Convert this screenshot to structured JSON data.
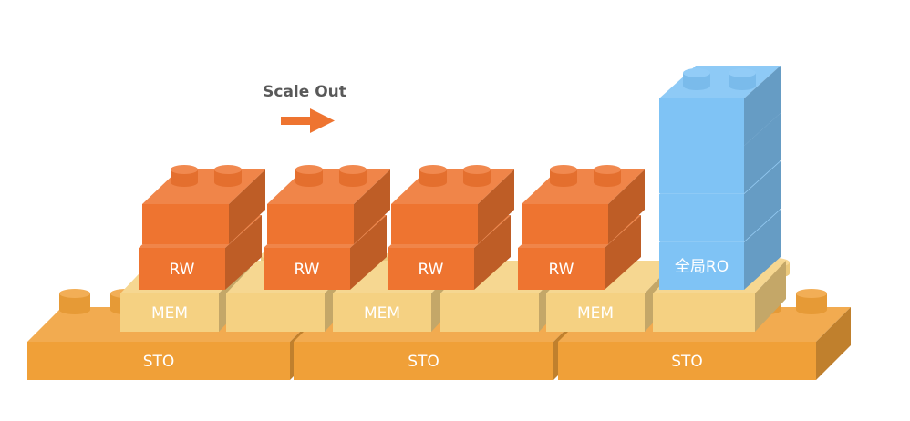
{
  "title": "Scale Out",
  "direction_arrow": "right-arrow",
  "labels": {
    "storage": "STO",
    "memory": "MEM",
    "read_write": "RW",
    "global_read_only": "全局RO"
  },
  "colors": {
    "sto": "#f0a038",
    "mem": "#f5d182",
    "rw": "#ee7430",
    "ro": "#7fc3f5",
    "arrow": "#ee7430",
    "title_text": "#595959"
  },
  "layers": {
    "sto_blocks": [
      {
        "label": "STO"
      },
      {
        "label": "STO"
      },
      {
        "label": "STO"
      }
    ],
    "mem_blocks": [
      {
        "label": "MEM"
      },
      {
        "label": ""
      },
      {
        "label": "MEM"
      },
      {
        "label": ""
      },
      {
        "label": "MEM"
      },
      {
        "label": ""
      }
    ],
    "rw_columns": [
      {
        "lower_label": "RW",
        "upper_label": ""
      },
      {
        "lower_label": "RW",
        "upper_label": ""
      },
      {
        "lower_label": "RW",
        "upper_label": ""
      },
      {
        "lower_label": "RW",
        "upper_label": ""
      }
    ],
    "ro_stack": [
      {
        "label": "全局RO"
      },
      {
        "label": ""
      },
      {
        "label": ""
      },
      {
        "label": ""
      }
    ]
  }
}
